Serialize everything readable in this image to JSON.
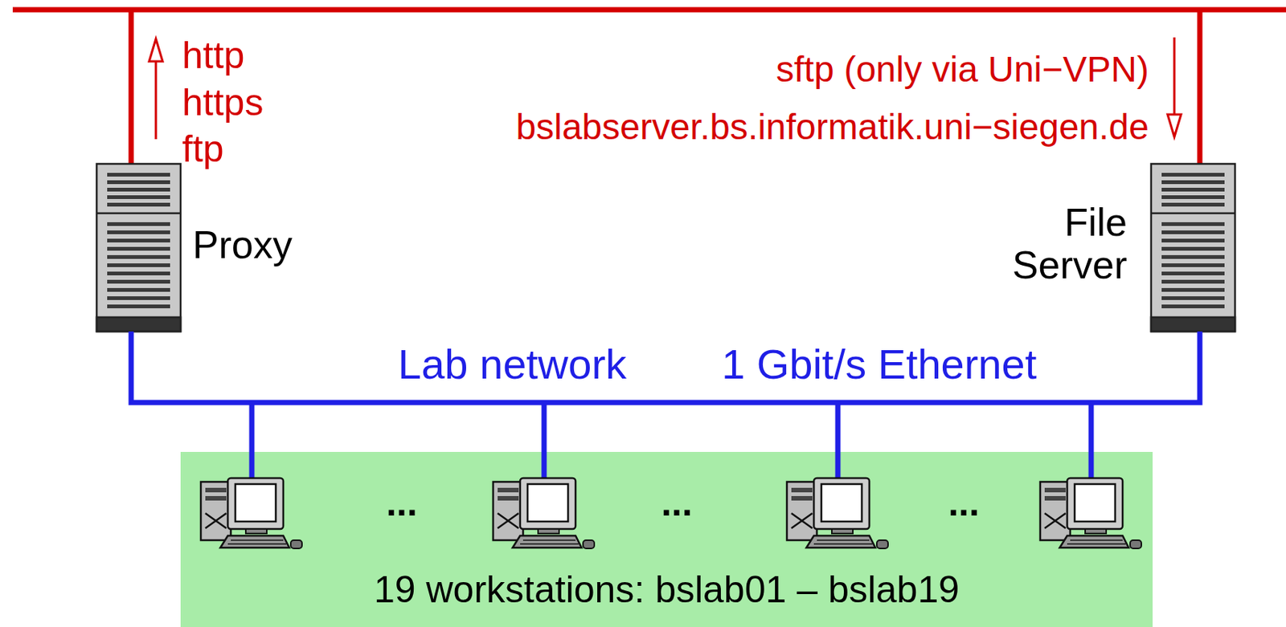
{
  "diagram": {
    "nodes": [
      {
        "text": [
          "Proxy"
        ]
      },
      {
        "text": [
          "File Server"
        ]
      },
      {
        "text": [
          "19 workstations:  bslab01 – bslab19"
        ]
      }
    ],
    "edges": [
      {
        "from": 0,
        "to": 1,
        "arrow": "none"
      }
    ],
    "labels": [
      "http",
      "https",
      "ftp",
      "sftp (only via Uni−VPN)",
      "bslabserver.bs.informatik.uni−siegen.de",
      "Lab network",
      "1 Gbit/s Ethernet",
      "...",
      "...",
      "..."
    ]
  }
}
